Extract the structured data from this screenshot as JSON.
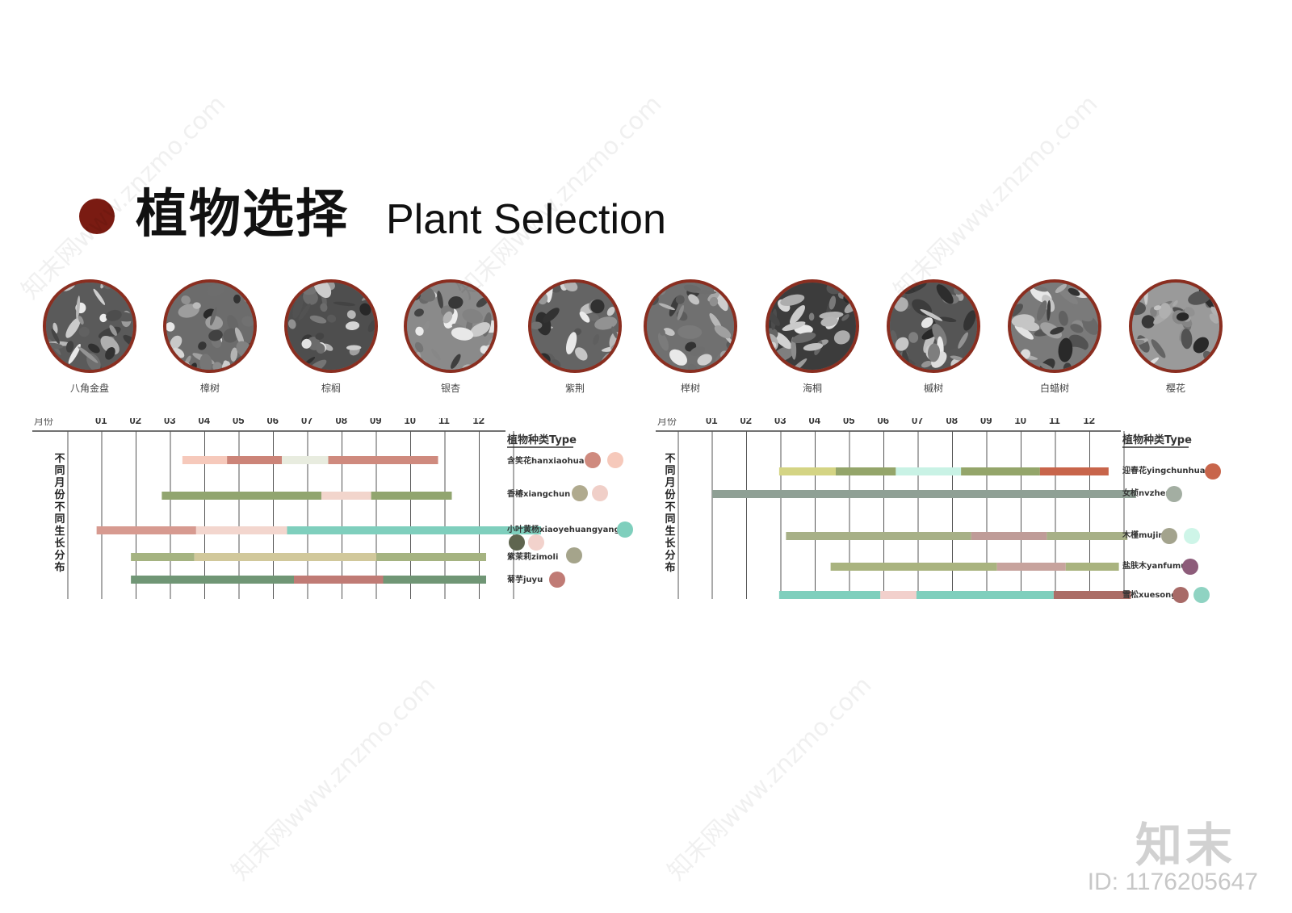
{
  "title": {
    "cn": "植物选择",
    "en": "Plant Selection"
  },
  "plants": [
    {
      "name": "八角金盘"
    },
    {
      "name": "樟树"
    },
    {
      "name": "棕榈"
    },
    {
      "name": "银杏"
    },
    {
      "name": "紫荆"
    },
    {
      "name": "榉树"
    },
    {
      "name": "海桐"
    },
    {
      "name": "槭树"
    },
    {
      "name": "白蜡树"
    },
    {
      "name": "樱花"
    }
  ],
  "chart_data": [
    {
      "type": "gantt",
      "month_header": "月份",
      "categories": [
        "01",
        "02",
        "03",
        "04",
        "05",
        "06",
        "07",
        "08",
        "09",
        "10",
        "11",
        "12"
      ],
      "ylabel": "不同月份不同生长分布",
      "legend_title": "植物种类Type",
      "series": [
        {
          "name": "含笑花hanxiaohua",
          "swatches": [
            "#cf8a7e",
            "#f6c9bb"
          ],
          "segments": [
            [
              2.35,
              3.65,
              "#f6c9bb"
            ],
            [
              3.65,
              5.25,
              "#cc8478"
            ],
            [
              5.25,
              6.6,
              "#e8ecdf"
            ],
            [
              6.6,
              9.8,
              "#cf8a7e"
            ]
          ]
        },
        {
          "name": "香椿xiangchun",
          "swatches": [
            "#b0aa8e",
            "#f0cfc8"
          ],
          "segments": [
            [
              1.75,
              6.4,
              "#91a56f"
            ],
            [
              6.4,
              7.85,
              "#f2d5cc"
            ],
            [
              7.85,
              10.2,
              "#91a56f"
            ]
          ]
        },
        {
          "name": "小叶黄杨xiaoyehuangyang",
          "swatches": [
            "#7fcfbd",
            "#5f654f",
            "#f2d2cc"
          ],
          "segments": [
            [
              -0.15,
              2.75,
              "#d79a90"
            ],
            [
              2.75,
              5.4,
              "#f3d6ce"
            ],
            [
              5.4,
              12.8,
              "#7fcfbd"
            ]
          ]
        },
        {
          "name": "紫茉莉zimoli",
          "swatches": [
            "#a5a48b"
          ],
          "segments": [
            [
              0.85,
              2.7,
              "#a5b381"
            ],
            [
              2.7,
              8,
              "#d1c89b"
            ],
            [
              8,
              11.2,
              "#a5b381"
            ]
          ]
        },
        {
          "name": "菊芋juyu",
          "swatches": [
            "#c07b75"
          ],
          "segments": [
            [
              0.85,
              5.6,
              "#709675"
            ],
            [
              5.6,
              8.2,
              "#c07b75"
            ],
            [
              8.2,
              11.2,
              "#709675"
            ]
          ]
        }
      ]
    },
    {
      "type": "gantt",
      "month_header": "月份",
      "categories": [
        "01",
        "02",
        "03",
        "04",
        "05",
        "06",
        "07",
        "08",
        "09",
        "10",
        "11",
        "12"
      ],
      "ylabel": "不同月份不同生长分布",
      "legend_title": "植物种类Type",
      "series": [
        {
          "name": "迎春花yingchunhua",
          "swatches": [
            "#c8654b"
          ],
          "segments": [
            [
              1.95,
              3.6,
              "#d4d484"
            ],
            [
              3.6,
              5.35,
              "#94a56a"
            ],
            [
              5.35,
              7.25,
              "#c9f2e5"
            ],
            [
              7.25,
              9.55,
              "#94a56a"
            ],
            [
              9.55,
              11.55,
              "#c8654b"
            ]
          ]
        },
        {
          "name": "女桢nvzhen",
          "swatches": [
            "#a3aea2"
          ],
          "segments": [
            [
              0,
              12.35,
              "#8fa095"
            ]
          ]
        },
        {
          "name": "木槿mujin",
          "swatches": [
            "#a3a38d",
            "#cef5e8"
          ],
          "segments": [
            [
              2.15,
              7.55,
              "#a7b087"
            ],
            [
              7.55,
              9.75,
              "#bf9c98"
            ],
            [
              9.75,
              12.1,
              "#a7b087"
            ]
          ]
        },
        {
          "name": "盐肤木yanfumu",
          "swatches": [
            "#8d5c7a"
          ],
          "segments": [
            [
              3.45,
              8.3,
              "#a9b37f"
            ],
            [
              8.3,
              10.3,
              "#c7a39d"
            ],
            [
              10.3,
              11.85,
              "#a9b37f"
            ]
          ]
        },
        {
          "name": "雪松xuesong",
          "swatches": [
            "#a86a67",
            "#8fd3c2"
          ],
          "segments": [
            [
              1.95,
              4.9,
              "#7fcfbd"
            ],
            [
              4.9,
              5.95,
              "#f2d0cc"
            ],
            [
              5.95,
              9.95,
              "#7fcfbd"
            ],
            [
              9.95,
              12.2,
              "#ab6d66"
            ]
          ]
        }
      ]
    }
  ],
  "watermark": {
    "logo": "知末",
    "id": "ID: 1176205647",
    "text": "知末网www.znzmo.com"
  }
}
